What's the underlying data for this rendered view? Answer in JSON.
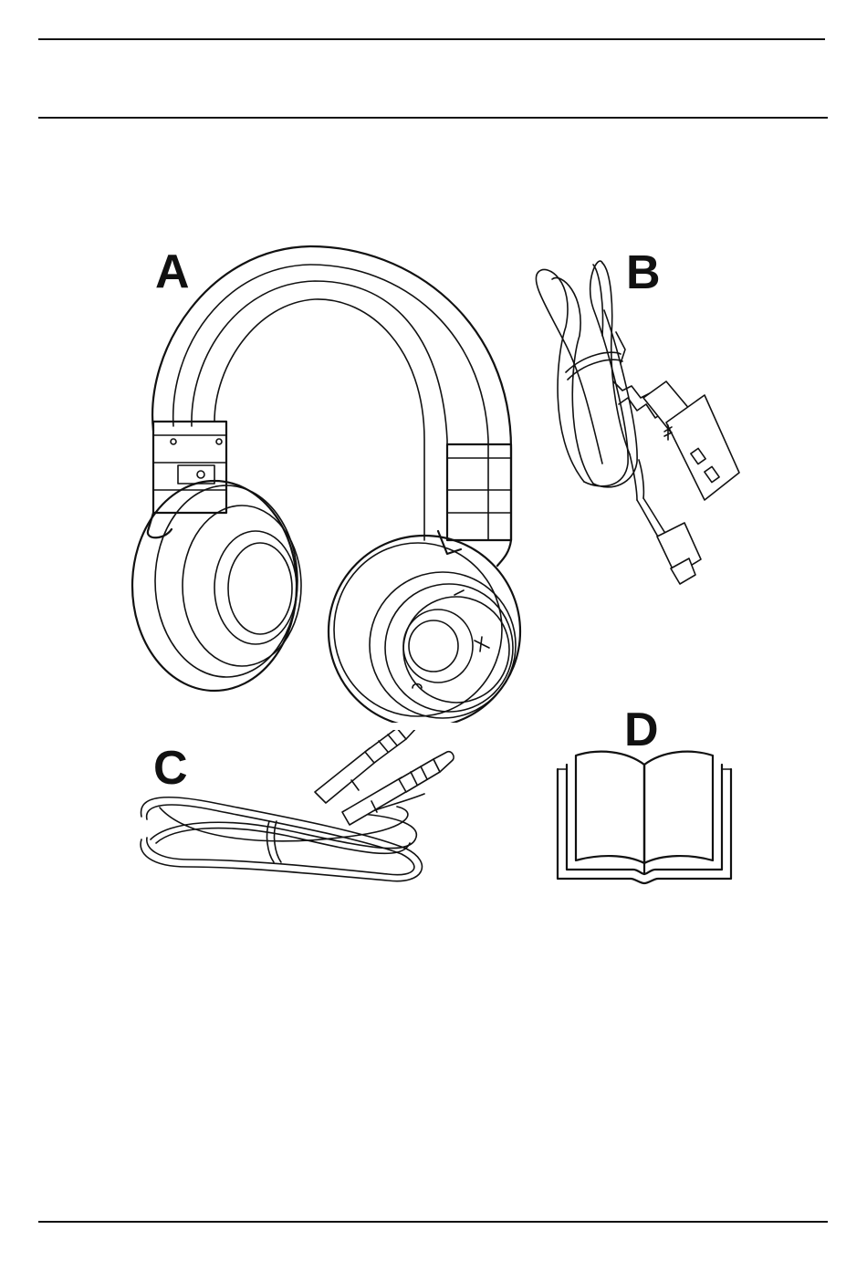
{
  "items": {
    "a": {
      "letter": "A",
      "illustration": "headphones-icon"
    },
    "b": {
      "letter": "B",
      "illustration": "usb-cable-icon"
    },
    "c": {
      "letter": "C",
      "illustration": "audio-cable-icon"
    },
    "d": {
      "letter": "D",
      "illustration": "manual-book-icon"
    }
  },
  "colors": {
    "ink": "#111111",
    "paper": "#ffffff"
  }
}
